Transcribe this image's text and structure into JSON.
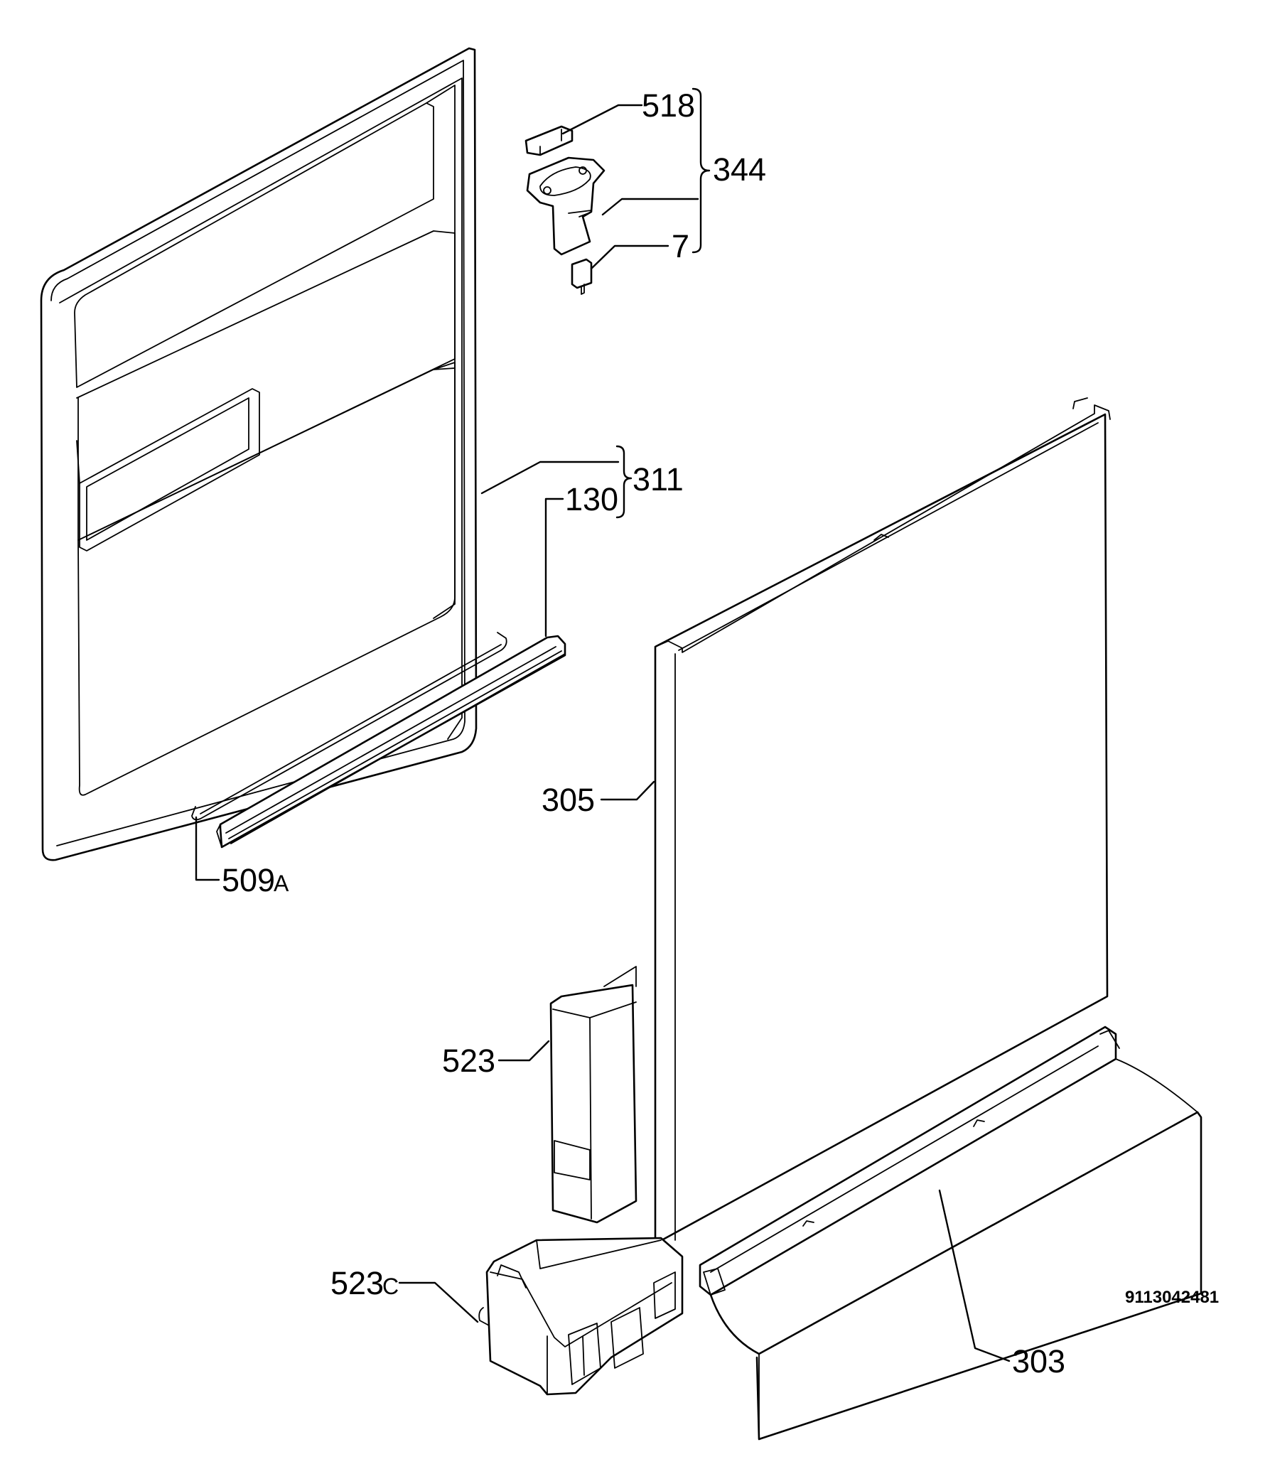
{
  "labels": {
    "p518": "518",
    "p344": "344",
    "p7": "7",
    "p311": "311",
    "p130": "130",
    "p305": "305",
    "p509": "509",
    "p509_suffix": "A",
    "p523": "523",
    "p523c": "523",
    "p523c_suffix": "C",
    "p303": "303"
  },
  "document_number": "9113042481"
}
